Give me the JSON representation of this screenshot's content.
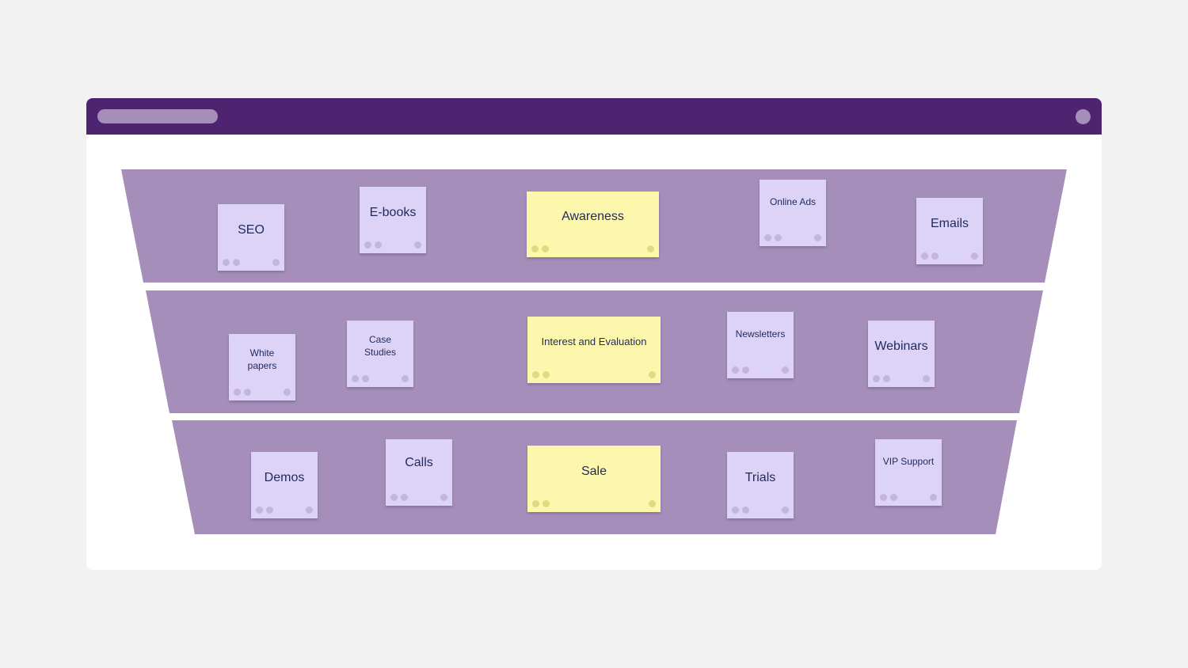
{
  "colors": {
    "background": "#f2f2f2",
    "titlebar": "#4e2370",
    "funnel_band": "#a58fba",
    "note_purple": "#ddd3f7",
    "note_yellow": "#fdf6ad",
    "text": "#1f2a5c"
  },
  "funnel": {
    "stages": [
      {
        "name": "Awareness",
        "notes": [
          "SEO",
          "E-books",
          "Online Ads",
          "Emails"
        ]
      },
      {
        "name": "Interest and Evaluation",
        "notes": [
          "White papers",
          "Case Studies",
          "Newsletters",
          "Webinars"
        ]
      },
      {
        "name": "Sale",
        "notes": [
          "Demos",
          "Calls",
          "Trials",
          "VIP Support"
        ]
      }
    ]
  }
}
